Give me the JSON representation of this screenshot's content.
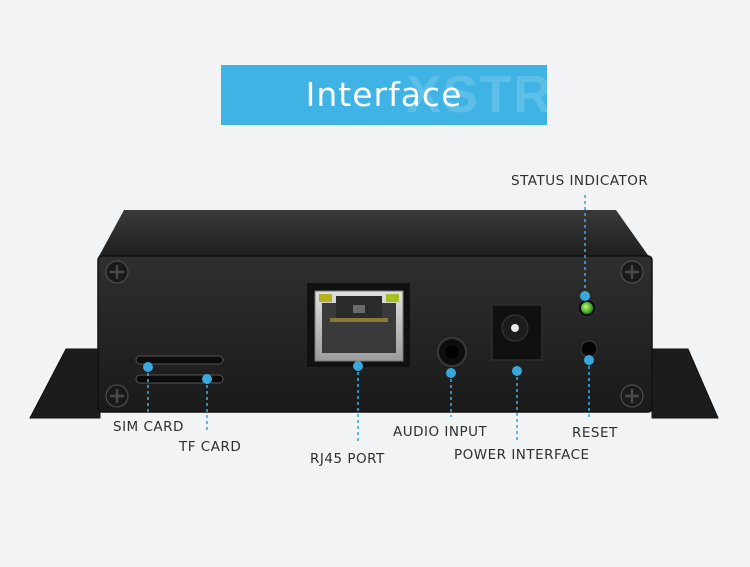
{
  "banner": {
    "title": "Interface",
    "watermark": "XSTR",
    "background_color": "#3fb3e3"
  },
  "labels": {
    "status_indicator": "STATUS INDICATOR",
    "sim_card": "SIM CARD",
    "tf_card": "TF CARD",
    "rj45_port": "RJ45 PORT",
    "audio_input": "AUDIO INPUT",
    "power_interface": "POWER INTERFACE",
    "reset": "RESET"
  },
  "colors": {
    "marker": "#39a9dc",
    "device_body": "#222222",
    "status_led": "#3fae2a"
  }
}
